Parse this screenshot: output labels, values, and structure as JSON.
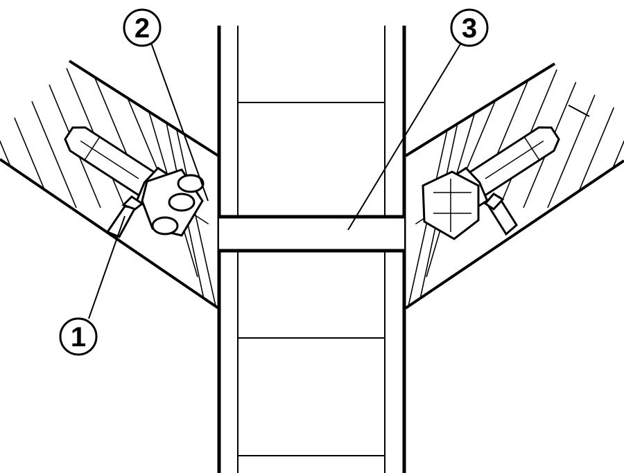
{
  "callouts": [
    {
      "id": "callout-1",
      "label": "1"
    },
    {
      "id": "callout-2",
      "label": "2"
    },
    {
      "id": "callout-3",
      "label": "3"
    }
  ],
  "colors": {
    "line": "#000000",
    "background": "#ffffff"
  }
}
